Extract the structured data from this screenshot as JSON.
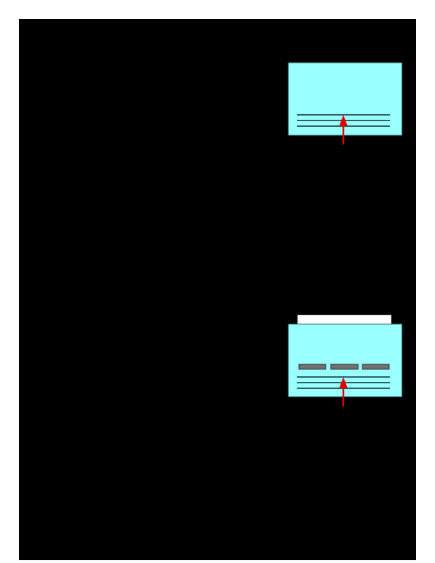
{
  "colors": {
    "background": "#000000",
    "panel_fill": "#99ffff",
    "panel_stroke": "#3a6f6f",
    "line": "#2f5f5f",
    "bar_fill": "#707070",
    "tab_fill": "#ffffff",
    "arrow": "#e00000"
  },
  "panels": [
    {
      "id": "panel-lines",
      "has_tab": false,
      "bar_count": 0,
      "line_count": 3
    },
    {
      "id": "panel-tabbed",
      "has_tab": true,
      "bar_count": 3,
      "line_count": 3
    }
  ]
}
